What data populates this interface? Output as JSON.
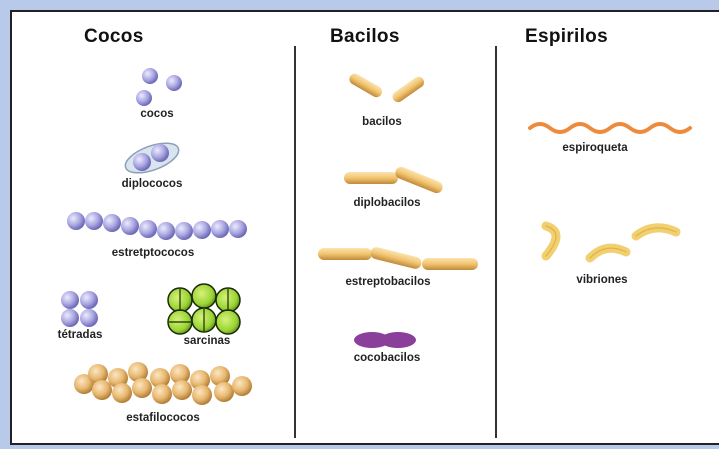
{
  "columns": {
    "cocos": "Cocos",
    "bacilos": "Bacilos",
    "espirilos": "Espirilos"
  },
  "labels": {
    "cocos": "cocos",
    "diplococos": "diplococos",
    "estreptococos": "estretptococos",
    "tetradas": "tétradas",
    "sarcinas": "sarcinas",
    "estafilococos": "estafilococos",
    "bacilos": "bacilos",
    "diplobacilos": "diplobacilos",
    "estreptobacilos": "estreptobacilos",
    "cocobacilos": "cocobacilos",
    "espiroqueta": "espiroqueta",
    "vibriones": "vibriones"
  },
  "colors": {
    "cocci": "#a9a6e0",
    "sarcina": "#9ad434",
    "staph": "#e8b870",
    "bacillus": "#f2c470",
    "cocobacillus": "#8a3f9a",
    "spirochete": "#ee8a3c",
    "vibrio": "#f2d070"
  }
}
